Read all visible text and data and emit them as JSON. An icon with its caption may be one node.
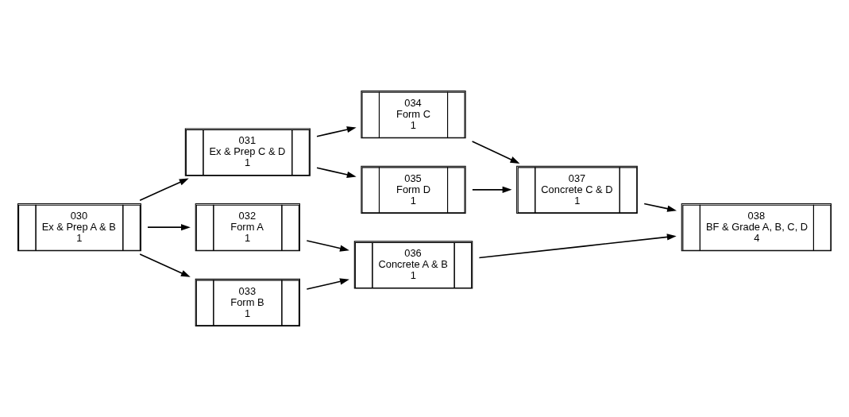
{
  "diagram": {
    "nodes": [
      {
        "text": [
          "030",
          "Ex & Prep A & B",
          "1"
        ]
      },
      {
        "text": [
          "031",
          "Ex & Prep C & D",
          "1"
        ]
      },
      {
        "text": [
          "032",
          "Form A",
          "1"
        ]
      },
      {
        "text": [
          "033",
          "Form B",
          "1"
        ]
      },
      {
        "text": [
          "034",
          "Form C",
          "1"
        ]
      },
      {
        "text": [
          "035",
          "Form D",
          "1"
        ]
      },
      {
        "text": [
          "036",
          "Concrete A & B",
          "1"
        ]
      },
      {
        "text": [
          "037",
          "Concrete C & D",
          "1"
        ]
      },
      {
        "text": [
          "038",
          "BF & Grade A, B, C, D",
          "4"
        ]
      }
    ],
    "edges": [
      {
        "from": 0,
        "to": 1,
        "arrow": "to"
      },
      {
        "from": 0,
        "to": 2,
        "arrow": "to"
      },
      {
        "from": 0,
        "to": 3,
        "arrow": "to"
      },
      {
        "from": 1,
        "to": 4,
        "arrow": "to"
      },
      {
        "from": 1,
        "to": 5,
        "arrow": "to"
      },
      {
        "from": 4,
        "to": 7,
        "arrow": "to"
      },
      {
        "from": 5,
        "to": 7,
        "arrow": "to"
      },
      {
        "from": 2,
        "to": 6,
        "arrow": "to"
      },
      {
        "from": 3,
        "to": 6,
        "arrow": "to"
      },
      {
        "from": 7,
        "to": 8,
        "arrow": "to"
      },
      {
        "from": 6,
        "to": 8,
        "arrow": "to"
      }
    ]
  }
}
